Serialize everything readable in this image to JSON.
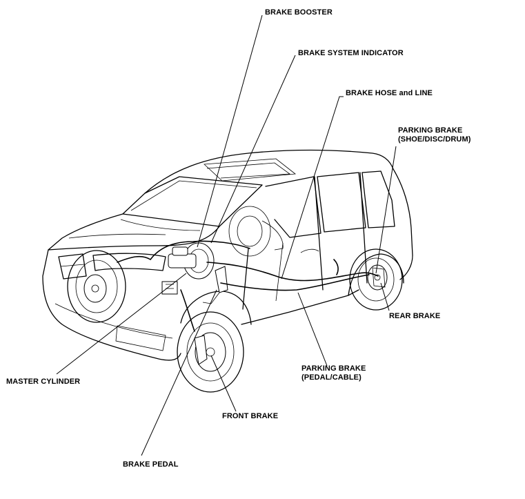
{
  "labels": {
    "brake_booster": "BRAKE BOOSTER",
    "brake_system_indicator": "BRAKE SYSTEM INDICATOR",
    "brake_hose_and_line": "BRAKE HOSE and LINE",
    "parking_brake_shoe_line1": "PARKING BRAKE",
    "parking_brake_shoe_line2": "(SHOE/DISC/DRUM)",
    "rear_brake": "REAR BRAKE",
    "parking_brake_pedal_line1": "PARKING BRAKE",
    "parking_brake_pedal_line2": "(PEDAL/CABLE)",
    "front_brake": "FRONT BRAKE",
    "master_cylinder": "MASTER CYLINDER",
    "brake_pedal": "BRAKE PEDAL"
  },
  "colors": {
    "ink": "#000000",
    "background": "#ffffff"
  }
}
